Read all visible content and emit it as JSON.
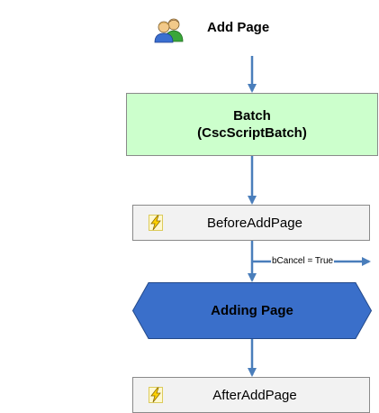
{
  "start": {
    "label": "Add Page",
    "icon": "users-icon"
  },
  "batch": {
    "line1": "Batch",
    "line2": "(CscScriptBatch)"
  },
  "before_event": {
    "label": "BeforeAddPage",
    "icon": "lightning-icon"
  },
  "cancel_branch": {
    "label": "bCancel = True"
  },
  "process": {
    "label": "Adding Page"
  },
  "after_event": {
    "label": "AfterAddPage",
    "icon": "lightning-icon"
  },
  "colors": {
    "connector": "#4a7ebb",
    "batch_fill": "#ccffcc",
    "event_fill": "#f2f2f2",
    "process_fill": "#3a6fca",
    "border": "#8a8a8a"
  }
}
